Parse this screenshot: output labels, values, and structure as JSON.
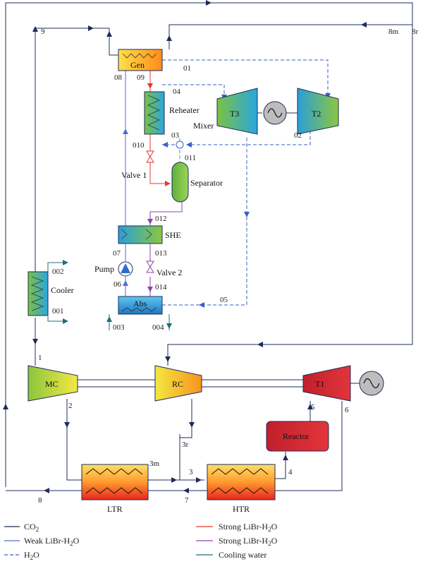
{
  "components": {
    "gen": "Gen",
    "reheater": "Reheater",
    "mixer": "Mixer",
    "t3": "T3",
    "t2": "T2",
    "separator": "Separator",
    "valve1": "Valve 1",
    "she": "SHE",
    "valve2": "Valve 2",
    "pump": "Pump",
    "abs": "Abs",
    "cooler": "Cooler",
    "mc": "MC",
    "rc": "RC",
    "t1": "T1",
    "reactor": "Reactor",
    "ltr": "LTR",
    "htr": "HTR"
  },
  "states": {
    "s9": "9",
    "s8m": "8m",
    "s8r": "8r",
    "s08": "08",
    "s09": "09",
    "s01": "01",
    "s04": "04",
    "s02": "02",
    "s03": "03",
    "s010": "010",
    "s011": "011",
    "s012": "012",
    "s07": "07",
    "s013": "013",
    "s06": "06",
    "s014": "014",
    "s05": "05",
    "s003": "003",
    "s004": "004",
    "s002": "002",
    "s001": "001",
    "s1": "1",
    "s2": "2",
    "s5": "5",
    "s6": "6",
    "s3r": "3r",
    "s3m": "3m",
    "s3": "3",
    "s4": "4",
    "s8": "8",
    "s7": "7"
  },
  "legend": {
    "co2": "CO",
    "co2_sub": "2",
    "weak": "Weak LiBr-H",
    "weak_sub": "2",
    "weak_end": "O",
    "h2o": "H",
    "h2o_sub": "2",
    "h2o_end": "O",
    "strong1": "Strong LiBr-H",
    "strong1_sub": "2",
    "strong1_end": "O",
    "strong2": "Strong LiBr-H",
    "strong2_sub": "2",
    "strong2_end": "O",
    "cooling": "Cooling water"
  },
  "colors": {
    "co2": "#1f2b5a",
    "weak": "#4a6fd0",
    "h2o": "#3a5fc8",
    "strong1": "#e53935",
    "strong2": "#8e44ad",
    "cooling": "#1f6f78"
  }
}
